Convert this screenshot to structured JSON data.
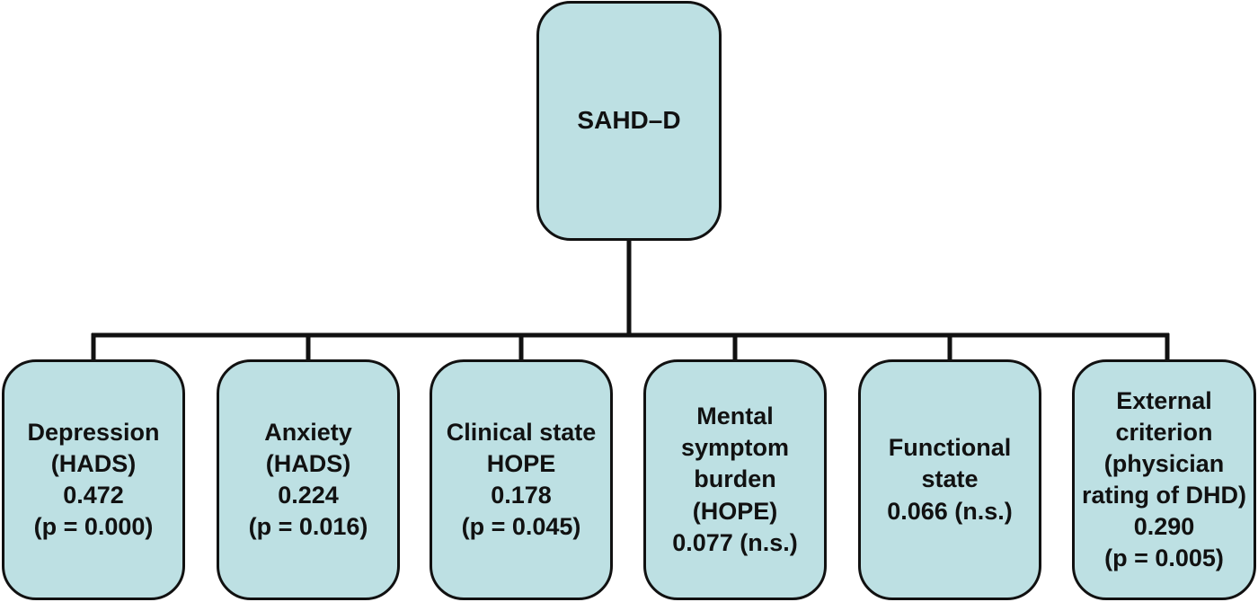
{
  "root": {
    "label": "SAHD–D"
  },
  "children": [
    {
      "lines": [
        "Depression",
        "(HADS)",
        "0.472",
        "(p = 0.000)"
      ]
    },
    {
      "lines": [
        "Anxiety",
        "(HADS)",
        "0.224",
        "(p = 0.016)"
      ]
    },
    {
      "lines": [
        "Clinical state",
        "HOPE",
        "0.178",
        "(p = 0.045)"
      ]
    },
    {
      "lines": [
        "Mental",
        "symptom",
        "burden",
        "(HOPE)",
        "0.077 (n.s.)"
      ]
    },
    {
      "lines": [
        "Functional",
        "state",
        "0.066 (n.s.)"
      ]
    },
    {
      "lines": [
        "External",
        "criterion",
        "(physician",
        "rating of DHD)",
        "0.290",
        "(p = 0.005)"
      ]
    }
  ],
  "colors": {
    "box_fill": "#bde0e3",
    "box_border": "#111111",
    "connector": "#111111"
  }
}
